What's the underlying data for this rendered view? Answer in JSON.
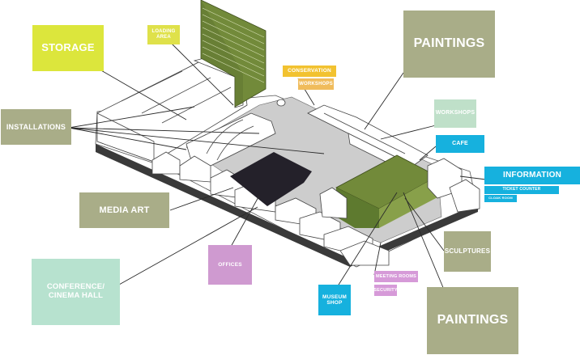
{
  "colors": {
    "storage": "#dce63c",
    "loading_area": "#dfe14a",
    "conservation": "#f2c230",
    "workshops_orange": "#f0bc5c",
    "sage": "#a9ad88",
    "workshops_mint": "#bfe0c9",
    "cyan": "#16b1de",
    "offices": "#cf9ad0",
    "security_pink": "#d69ad8",
    "conference": "#b7e2cf",
    "roof_green": "#728a3a",
    "black_block": "#24212a",
    "courtyard": "#cdcdcd"
  },
  "labels": {
    "storage": "STORAGE",
    "loading_area": "LOADING\nAREA",
    "conservation": "CONSERVATION",
    "workshops_small": "WORKSHOPS",
    "paintings_top": "PAINTINGS",
    "workshops_right": "WORKSHOPS",
    "installations": "INSTALLATIONS",
    "cafe": "CAFE",
    "information": "INFORMATION",
    "ticket_counter": "TICKET COUNTER",
    "cloak_room": "CLOAK ROOM",
    "media_art": "MEDIA ART",
    "sculptures": "SCULPTURES",
    "offices": "OFFICES",
    "meeting_rooms": "MEETING ROOMS",
    "security": "SECURITY",
    "museum_shop": "MUSEUM\nSHOP",
    "conference": "CONFERENCE/\nCINEMA HALL",
    "paintings_bottom": "PAINTINGS"
  }
}
